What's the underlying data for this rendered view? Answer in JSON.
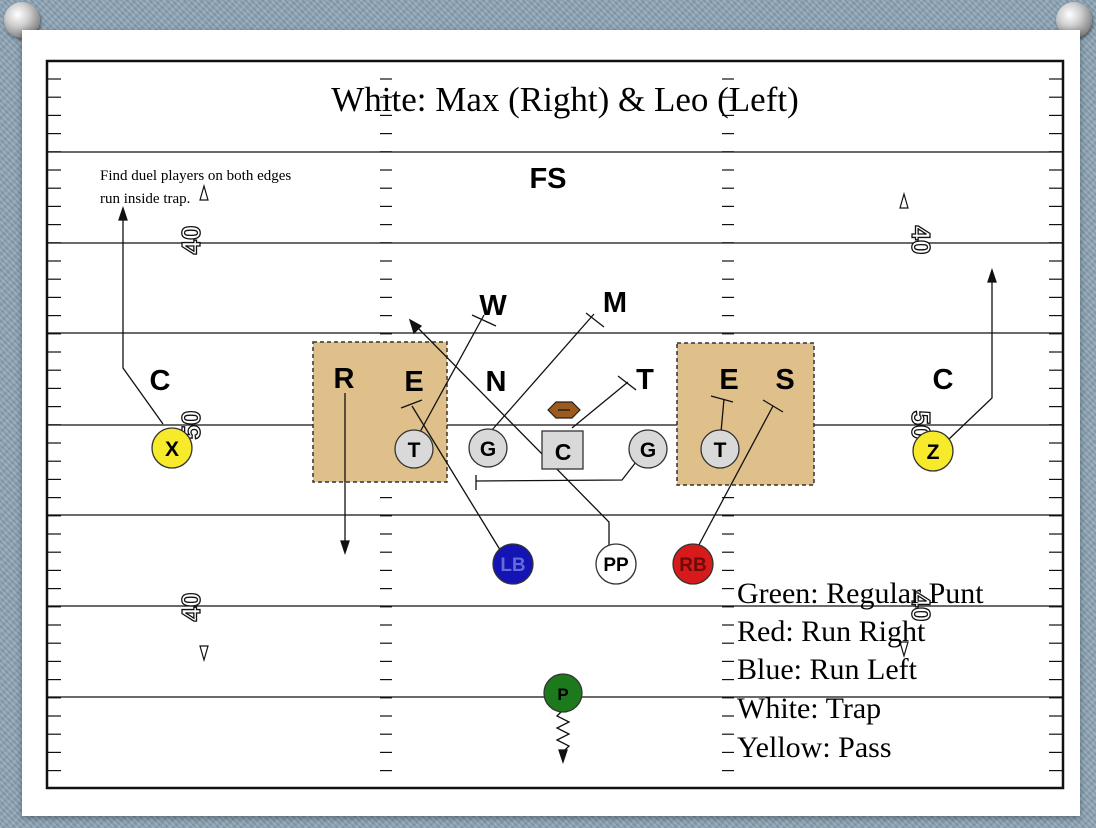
{
  "title": "White:  Max (Right) & Leo (Left)",
  "note_lines": [
    "Find duel players on both edges",
    "run inside trap."
  ],
  "yard_numbers": {
    "left": [
      "40",
      "50",
      "40"
    ],
    "right": [
      "40",
      "50",
      "40"
    ]
  },
  "defense": {
    "fs": "FS",
    "w": "W",
    "m": "M",
    "c_left": "C",
    "r": "R",
    "e_left": "E",
    "n": "N",
    "t": "T",
    "e_right": "E",
    "s": "S",
    "c_right": "C"
  },
  "offense": {
    "x": "X",
    "t_left": "T",
    "g_left": "G",
    "c": "C",
    "g_right": "G",
    "t_right": "T",
    "z": "Z",
    "lb": "LB",
    "pp": "PP",
    "rb": "RB",
    "p": "P"
  },
  "legend": [
    "Green:  Regular Punt",
    "Red:  Run Right",
    "Blue:  Run Left",
    "White:  Trap",
    "Yellow:  Pass"
  ],
  "colors": {
    "x_z": "#f6ea2a",
    "linemen": "#d9d9d9",
    "lb": "#1414b4",
    "pp": "#ffffff",
    "rb": "#d71a1a",
    "p": "#1c7a1c",
    "box_fill": "#dfc08a",
    "ball": "#9c5a1d"
  }
}
